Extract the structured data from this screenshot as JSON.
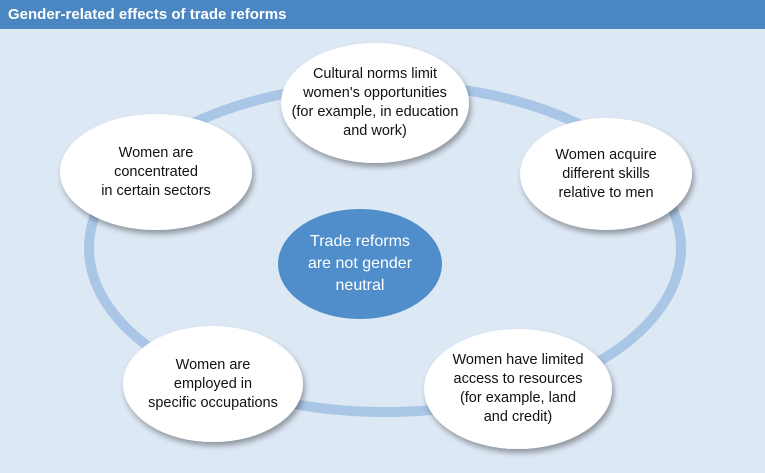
{
  "title": "Gender-related effects of trade reforms",
  "center": "Trade reforms\nare not gender\nneutral",
  "nodes": [
    "Cultural norms limit\nwomen's opportunities\n(for example, in education\nand work)",
    "Women acquire\ndifferent skills\nrelative to men",
    "Women have limited\naccess to resources\n(for example, land\nand credit)",
    "Women are\nemployed in\nspecific occupations",
    "Women are\nconcentrated\nin certain sectors"
  ],
  "colors": {
    "title_bar": "#4a87c2",
    "panel": "#dde8f5",
    "ring": "#a9c6e6",
    "center_fill": "#4f8ecb",
    "node_fill": "#ffffff"
  }
}
